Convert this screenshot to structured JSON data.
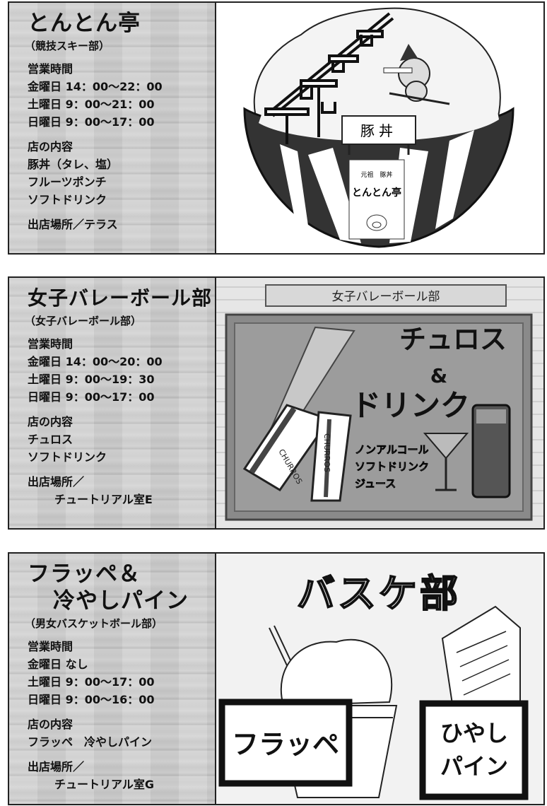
{
  "cards": [
    {
      "name": "とんとん亭",
      "club": "（競技スキー部）",
      "hours_label": "営業時間",
      "hours": [
        "金曜日 14：00～22：00",
        "土曜日 9：00～21：00",
        "日曜日 9：00～17：00"
      ],
      "content_label": "店の内容",
      "items": [
        "豚丼（タレ、塩）",
        "フルーツポンチ",
        "ソフトドリンク"
      ],
      "location_label": "出店場所／テラス",
      "location": "",
      "sign": "豚丼",
      "bowl_small": "元祖　豚丼",
      "bowl_name": "とんとん亭"
    },
    {
      "name": "女子バレーボール部",
      "club": "（女子バレーボール部）",
      "hours_label": "営業時間",
      "hours": [
        "金曜日 14：00～20：00",
        "土曜日 9：00～19：30",
        "日曜日 9：00～17：00"
      ],
      "content_label": "店の内容",
      "items": [
        "チュロス",
        "ソフトドリンク"
      ],
      "location_label": "出店場所／",
      "location": "チュートリアル室E",
      "banner": "女子バレーボール部",
      "headline1": "チュロス",
      "amp": "&",
      "headline2": "ドリンク",
      "drinks": [
        "ノンアルコール",
        "ソフトドリンク",
        "ジュース"
      ],
      "churro_tag": "CHURROS"
    },
    {
      "name_line1": "フラッペ＆",
      "name_line2": "冷やしパイン",
      "club": "（男女バスケットボール部）",
      "hours_label": "営業時間",
      "hours": [
        "金曜日 なし",
        "土曜日 9：00～17：00",
        "日曜日 9：00～16：00"
      ],
      "content_label": "店の内容",
      "items": [
        "フラッペ　冷やしパイン"
      ],
      "location_label": "出店場所／",
      "location": "チュートリアル室G",
      "title": "バスケ部",
      "sign1": "フラッペ",
      "sign2a": "ひやし",
      "sign2b": "パイン"
    }
  ]
}
